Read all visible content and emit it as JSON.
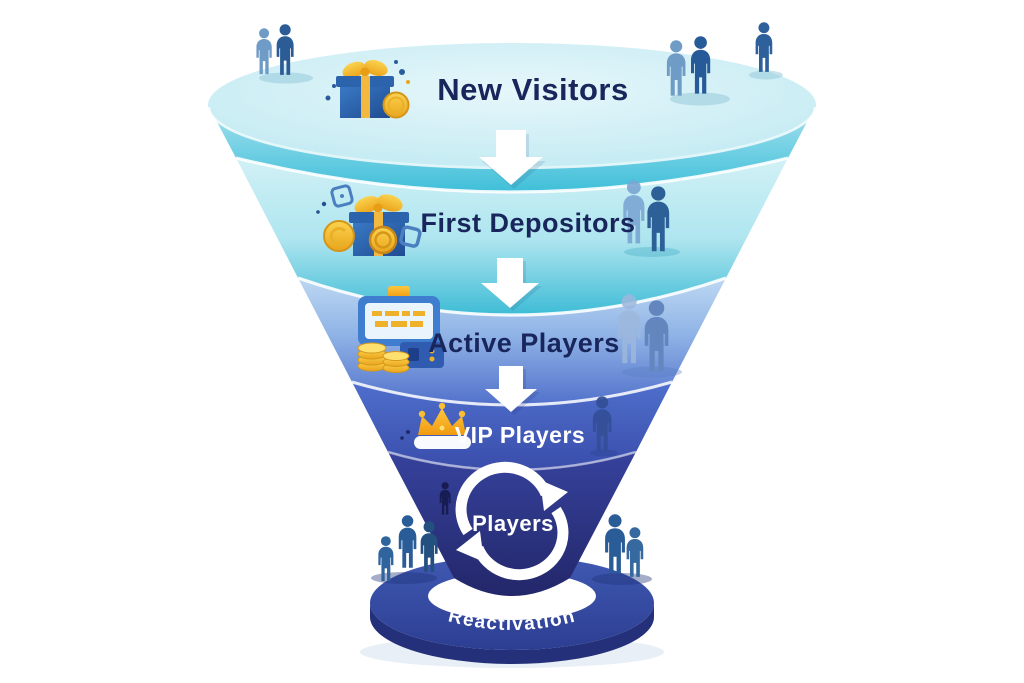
{
  "diagram": {
    "type": "conversion-funnel",
    "background": "#ffffff",
    "stages": [
      {
        "label": "New Visitors",
        "icon": "gift-box-coins-icon",
        "band_top": "#a9e2ef",
        "band_bottom": "#3fbfd9",
        "label_color": "#19265c"
      },
      {
        "label": "First Depositors",
        "icon": "gift-box-coins-dice-icon",
        "band_top": "#d2f1f6",
        "band_bottom": "#3ebcd6",
        "label_color": "#19265c"
      },
      {
        "label": "Active Players",
        "icon": "slot-machine-coins-icon",
        "band_top": "#bdd8f2",
        "band_bottom": "#5271cb",
        "label_color": "#19265c"
      },
      {
        "label": "VIP Players",
        "icon": "crown-icon",
        "band_top": "#4f6fcc",
        "band_bottom": "#3a4dab",
        "label_color": "#ffffff"
      },
      {
        "label": "Players",
        "icon": "cycle-arrows-icon",
        "band_top": "#36429c",
        "band_bottom": "#23276a",
        "label_color": "#ffffff"
      }
    ],
    "base": {
      "label": "Reactivation",
      "label_color": "#ffffff",
      "ring_top": "#4059b2",
      "ring_bottom": "#2c3e92",
      "ring_side": "#243079"
    },
    "connectors": {
      "icon": "down-arrow-icon",
      "color": "#ffffff"
    },
    "surface": {
      "center": "#e6f7fa",
      "edge": "#bfe9f2"
    },
    "accents": {
      "gold": "#f6c23a",
      "gift_blue": "#2f6ab4",
      "people_blue": "#2b5c96",
      "divider_white": "#ffffff"
    }
  }
}
